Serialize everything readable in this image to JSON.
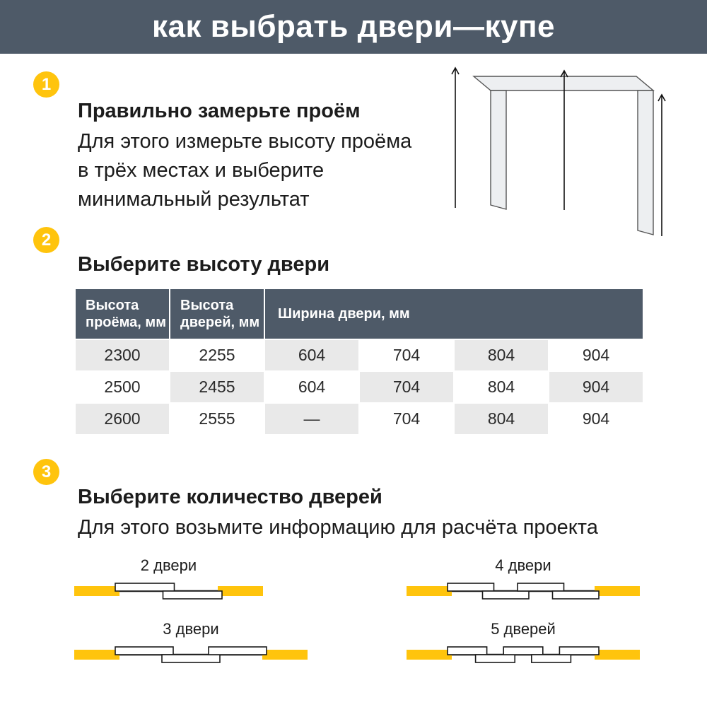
{
  "header": {
    "title": "как выбрать двери—купе"
  },
  "colors": {
    "accent_yellow": "#ffc40d",
    "header_bg": "#4e5a68",
    "cell_gray": "#e9e9e9"
  },
  "steps": {
    "step1": {
      "number": "1",
      "title": "Правильно замерьте проём",
      "body": "Для этого измерьте высоту проёма\nв трёх местах и выберите\nминимальный результат"
    },
    "step2": {
      "number": "2",
      "title": "Выберите высоту двери"
    },
    "step3": {
      "number": "3",
      "title": "Выберите количество дверей",
      "body": "Для этого возьмите информацию для расчёта проекта"
    }
  },
  "table": {
    "col_headers": [
      "Высота\nпроёма, мм",
      "Высота\nдверей, мм",
      "Ширина двери, мм"
    ],
    "rows": [
      [
        "2300",
        "2255",
        "604",
        "704",
        "804",
        "904"
      ],
      [
        "2500",
        "2455",
        "604",
        "704",
        "804",
        "904"
      ],
      [
        "2600",
        "2555",
        "—",
        "704",
        "804",
        "904"
      ]
    ]
  },
  "diagrams": [
    {
      "label": "2 двери",
      "doors": 2
    },
    {
      "label": "3 двери",
      "doors": 3
    },
    {
      "label": "4 двери",
      "doors": 4
    },
    {
      "label": "5 дверей",
      "doors": 5
    }
  ]
}
